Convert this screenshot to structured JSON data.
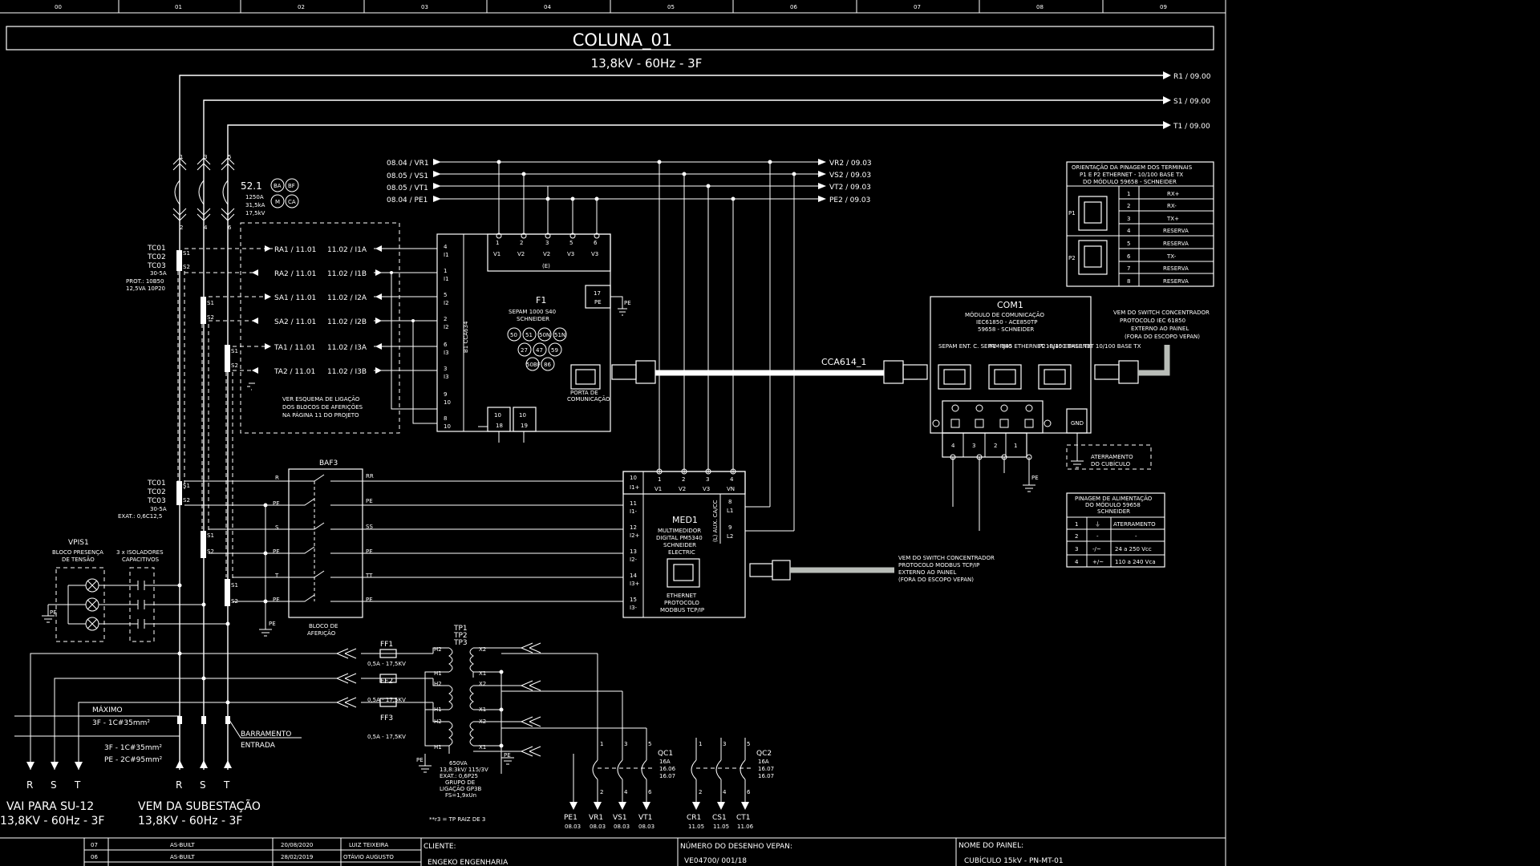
{
  "grid_columns": [
    "00",
    "01",
    "02",
    "03",
    "04",
    "05",
    "06",
    "07",
    "08",
    "09"
  ],
  "title": "COLUNA_01",
  "subtitle": "13,8kV - 60Hz - 3F",
  "bus_right": [
    "R1 / 09.00",
    "S1 / 09.00",
    "T1 / 09.00"
  ],
  "voltage_bus_left": [
    "08.04 / VR1",
    "08.05 / VS1",
    "08.05 / VT1",
    "08.04 / PE1"
  ],
  "voltage_bus_right": [
    "VR2 / 09.03",
    "VS2 / 09.03",
    "VT2 / 09.03",
    "PE2 / 09.03"
  ],
  "breaker": {
    "id": "52.1",
    "l1": "1250A",
    "l2": "31,5kA",
    "l3": "17,5kV",
    "tags": [
      "BA",
      "BF",
      "M",
      "CA"
    ]
  },
  "ct_group1": {
    "labels": [
      "TC01",
      "TC02",
      "TC03"
    ],
    "note1": "30-5A",
    "note2": "PROT.: 10B50",
    "note3": "12,5VA 10P20"
  },
  "ct_group2": {
    "labels": [
      "TC01",
      "TC02",
      "TC03"
    ],
    "note1": "30-5A",
    "note2": "EXAT.: 0,6C12,5"
  },
  "protection_signals": [
    {
      "left": "RA1 / 11.01",
      "right": "11.02 / I1A"
    },
    {
      "left": "RA2 / 11.01",
      "right": "11.02 / I1B"
    },
    {
      "left": "SA1 / 11.01",
      "right": "11.02 / I2A"
    },
    {
      "left": "SA2 / 11.01",
      "right": "11.02 / I2B"
    },
    {
      "left": "TA1 / 11.01",
      "right": "11.02 / I3A"
    },
    {
      "left": "TA2 / 11.01",
      "right": "11.02 / I3B"
    }
  ],
  "ver_esquema": [
    "VER ESQUEMA DE LIGAÇÃO",
    "DOS BLOCOS DE AFERIÇÕES",
    "NA PÁGINA 11 DO PROJETO"
  ],
  "f1": {
    "id": "F1",
    "model": "SEPAM 1000 S40",
    "brand": "SCHNEIDER",
    "functions": [
      "50",
      "51",
      "50N",
      "51N",
      "27",
      "47",
      "59",
      "50BF",
      "86"
    ],
    "v_terms": [
      "V1",
      "V2",
      "V2",
      "V3",
      "V3"
    ],
    "v_nums": [
      "1",
      "2",
      "3",
      "5",
      "6"
    ],
    "e": "(E)",
    "side": "B1 CCA634",
    "pe_num": "17",
    "pe": "PE",
    "port": [
      "PORTA DE",
      "COMUNICAÇÃO"
    ]
  },
  "cable_label": "CCA614_1",
  "com1": {
    "id": "COM1",
    "l1": "MÓDULO DE COMUNICAÇÃO",
    "l2": "IEC61850 - ACE850TP",
    "l3": "59658 - SCHNEIDER",
    "ports": [
      "SEPAM ENT. C. SEPAM 380",
      "P1 -RJ45 ETHERNET 10/100 BASE TX",
      "P2 -RJ45 ETHERNET 10/100 BASE TX"
    ],
    "terms": [
      "4",
      "3",
      "2",
      "1"
    ],
    "gnd": "GND"
  },
  "switch_note1": [
    "VEM DO SWITCH CONCENTRADOR",
    "PROTOCOLO IEC 61850",
    "EXTERNO AO PAINEL",
    "(FORA DO ESCOPO VEPAN)"
  ],
  "aterramento": [
    "ATERRAMENTO",
    "DO CUBÍCULO"
  ],
  "pinout": {
    "title": [
      "ORIENTAÇÃO DA PINAGEM DOS TERMINAIS",
      "P1 E P2 ETHERNET - 10/100 BASE TX",
      "DO MÓDULO 59658 - SCHNEIDER"
    ],
    "rows": [
      [
        "1",
        "RX+"
      ],
      [
        "2",
        "RX-"
      ],
      [
        "3",
        "TX+"
      ],
      [
        "4",
        "RESERVA"
      ],
      [
        "5",
        "RESERVA"
      ],
      [
        "6",
        "TX-"
      ],
      [
        "7",
        "RESERVA"
      ],
      [
        "8",
        "RESERVA"
      ]
    ],
    "p1": "P1",
    "p2": "P2"
  },
  "feed_table": {
    "title": [
      "PINAGEM DE ALIMENTAÇÃO",
      "DO MÓDULO 59658",
      "SCHNEIDER"
    ],
    "rows": [
      [
        "1",
        "⏚",
        "ATERRAMENTO"
      ],
      [
        "2",
        "-",
        "-"
      ],
      [
        "3",
        "-/~",
        "24 a 250 Vcc"
      ],
      [
        "4",
        "+/~",
        "110 a 240 Vca"
      ]
    ]
  },
  "med1": {
    "id": "MED1",
    "lines": [
      "MULTIMEDIDOR",
      "DIGITAL PM5340",
      "SCHNEIDER",
      "ELECTRIC"
    ],
    "proto": [
      "ETHERNET",
      "PROTOCOLO",
      "MODBUS TCP/IP"
    ],
    "vterms": [
      "V1",
      "V2",
      "V3",
      "VN"
    ],
    "vnums": [
      "1",
      "2",
      "3",
      "4"
    ],
    "iterms": [
      "I1+",
      "I1-",
      "I2+",
      "I2-",
      "I3+",
      "I3-"
    ],
    "inums": [
      "10",
      "11",
      "12",
      "13",
      "14",
      "15"
    ],
    "side": "(L) AUX. CA/CC",
    "l1": "L1",
    "l2": "L2",
    "l_nums": [
      "8",
      "9"
    ]
  },
  "switch_note2": [
    "VEM DO SWITCH CONCENTRADOR",
    "PROTOCOLO MODBUS TCP/IP",
    "EXTERNO AO PAINEL",
    "(FORA DO ESCOPO VEPAN)"
  ],
  "baf3": {
    "id": "BAF3",
    "label": [
      "BLOCO DE",
      "AFERIÇÃO"
    ],
    "left": [
      "R",
      "PE",
      "S",
      "PE",
      "T",
      "PE"
    ],
    "right": [
      "RR",
      "PE",
      "SS",
      "PE",
      "TT",
      "PE"
    ]
  },
  "vpis": {
    "id": "VPIS1",
    "l1": "BLOCO PRESENÇA",
    "l2": "DE TENSÃO",
    "cap": "3 x ISOLADORES",
    "cap2": "CAPACITIVOS"
  },
  "ff": [
    {
      "id": "FF1",
      "r": "0,5A - 17,5KV"
    },
    {
      "id": "FF2",
      "r": "0,5A - 17,5KV"
    },
    {
      "id": "FF3",
      "r": "0,5A - 17,5KV"
    }
  ],
  "tp": {
    "ids": [
      "TP1",
      "TP2",
      "TP3"
    ],
    "spec": [
      "650VA",
      "13,8:3kV/ 115/3V",
      "EXAT.: 0,6P25",
      "GRUPO DE",
      "LIGAÇÃO GP3B",
      "FS=1,9xUn"
    ],
    "note": "**r3 = TP RAIZ DE 3"
  },
  "qc": [
    {
      "id": "QC1",
      "spec": [
        "16A",
        "16.06",
        "16.07"
      ]
    },
    {
      "id": "QC2",
      "spec": [
        "16A",
        "16.07",
        "16.07"
      ]
    }
  ],
  "outputs": [
    {
      "name": "PE1",
      "ref": "08.03"
    },
    {
      "name": "VR1",
      "ref": "08.03"
    },
    {
      "name": "VS1",
      "ref": "08.03"
    },
    {
      "name": "VT1",
      "ref": "08.03"
    },
    {
      "name": "CR1",
      "ref": "11.05"
    },
    {
      "name": "CS1",
      "ref": "11.05"
    },
    {
      "name": "CT1",
      "ref": "11.06"
    }
  ],
  "cables": {
    "maximo": "MÁXIMO",
    "max_spec": "3F - 1C#35mm²",
    "in1": "3F - 1C#35mm²",
    "in2": "PE - 2C#95mm²",
    "barramento": [
      "BARRAMENTO",
      "ENTRADA"
    ]
  },
  "phases": [
    "R",
    "S",
    "T"
  ],
  "left_dest": {
    "l1": "VAI PARA SU-12",
    "l2": "13,8KV - 60Hz - 3F"
  },
  "right_dest": {
    "l1": "VEM DA SUBESTAÇÃO",
    "l2": "13,8KV - 60Hz - 3F"
  },
  "revisions": [
    {
      "rev": "07",
      "desc": "AS-BUILT",
      "date": "20/08/2020",
      "by": "LUIZ TEIXEIRA"
    },
    {
      "rev": "06",
      "desc": "AS-BUILT",
      "date": "28/02/2019",
      "by": "OTÁVIO AUGUSTO"
    }
  ],
  "footer": {
    "client_label": "CLIENTE:",
    "client": "ENGEKO ENGENHARIA",
    "drawing_label": "NÚMERO DO DESENHO VEPAN:",
    "drawing": "VE04700/ 001/18",
    "panel_label": "NOME DO PAINEL:",
    "panel": "CUBÍCULO 15kV - PN-MT-01"
  }
}
